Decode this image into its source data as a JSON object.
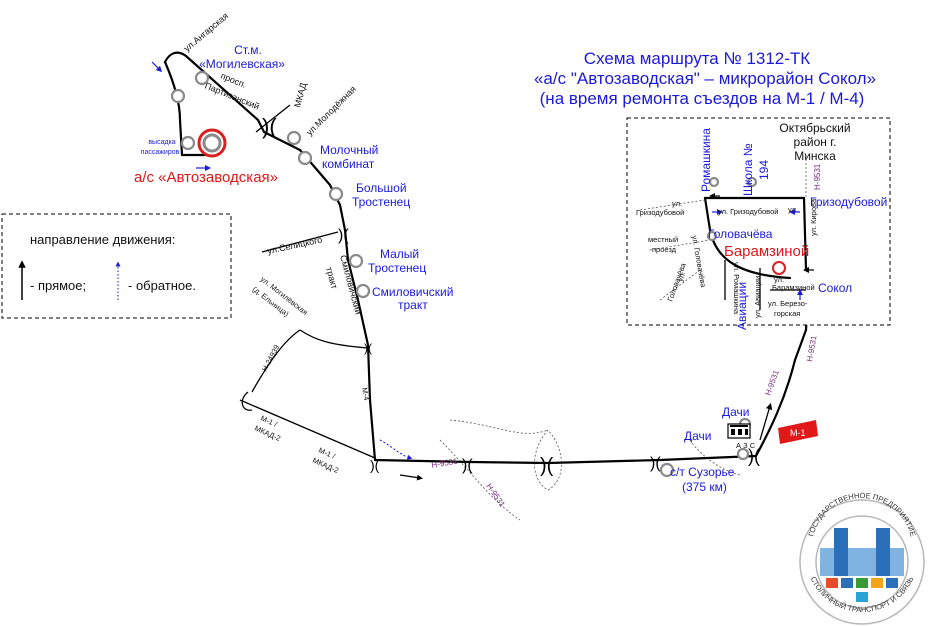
{
  "title": {
    "line1": "Схема маршрута № 1312-ТК",
    "line2": "«а/с \"Автозаводская\" – микрорайон Сокол»",
    "line3": "(на время ремонта съездов на М-1 / М-4)"
  },
  "legend": {
    "heading": "направление движения:",
    "forward": "- прямое;",
    "reverse": "- обратное."
  },
  "stops": {
    "mogilevskaya_1": "Ст.м.",
    "mogilevskaya_2": "«Могилевская»",
    "avtozavodskaya": "а/с «Автозаводская»",
    "vysadka_1": "высадка",
    "vysadka_2": "пассажиров",
    "molochny_1": "Молочный",
    "molochny_2": "комбинат",
    "bolshoy_1": "Большой",
    "bolshoy_2": "Тростенец",
    "maly_1": "Малый",
    "maly_2": "Тростенец",
    "smilovichsky_1": "Смиловичский",
    "smilovichsky_2": "тракт",
    "suzorye_1": "с/т Сузорье",
    "suzorye_2": "(375 км)",
    "dachi_1": "Дачи",
    "dachi_2": "Дачи",
    "romashkina": "Ромашкина",
    "shkola_1": "Школа №",
    "shkola_2": "194",
    "grizodubovoy": "Гризодубовой",
    "golovacheva": "Головачёва",
    "baramzinoy": "Барамзиной",
    "aviatsii": "Авиации",
    "sokol": "Сокол"
  },
  "streets": {
    "angarskaya": "ул.Ангарская",
    "prosp": "просп.",
    "partizansky": "Партизанский",
    "mkad": "МКАД",
    "molodezhnaya": "ул.Молодёжная",
    "selitskogo": "ул.Селицкого",
    "smil_1": "Смиловичский",
    "smil_2": "тракт",
    "mogilevskaya_1": "ул. Могилёвская",
    "mogilevskaya_2": "(д. Ельница)",
    "n24939": "Н-24939",
    "m1_a1": "М-1 /",
    "m1_a2": "МКАД-2",
    "m1_b1": "М-1 /",
    "m1_b2": "МКАД-2",
    "m4": "М-4",
    "n9531_a": "Н-9531",
    "n9531_b": "Н-9531",
    "n9531_c": "Н-9531",
    "n9531_d": "Н-9531",
    "n9531_e": "Н-9531",
    "azs": "А З С",
    "m1_sign": "М-1",
    "district_1": "Октябрьский",
    "district_2": "район г.",
    "district_3": "Минска",
    "ul_grizod_1": "ул.",
    "ul_grizod_2": "Гризодубовой",
    "ul_grizod_3": "ул. Гризодубовой",
    "ul_grizod_4": "ул.",
    "mestny_1": "местный",
    "mestny_2": "проезд",
    "ul_golov_1": "ул.",
    "ul_golov_2": "Головачёва",
    "ul_roma": "ул. Ромашкина",
    "ul_golov_3": "ул. Головачёва",
    "ul_avia": "ул. Авиации",
    "ul_kirova": "ул. Кирова",
    "ul_baram_1": "ул.",
    "ul_baram_2": "Барамзиной",
    "ul_berez_1": "ул. Березо-",
    "ul_berez_2": "горская"
  },
  "logo": {
    "ring_text_top": "ГОСУДАРСТВЕННОЕ ПРЕДПРИЯТИЕ",
    "ring_text_bottom": "СТОЛИЧНЫЙ ТРАНСПОРТ И СВЯЗЬ"
  },
  "colors": {
    "title_blue": "#1a1adb",
    "terminal_red": "#e01818",
    "road": "#000000",
    "highway_label": "#7a2a7a",
    "stop_gray": "#8a8a8a"
  }
}
